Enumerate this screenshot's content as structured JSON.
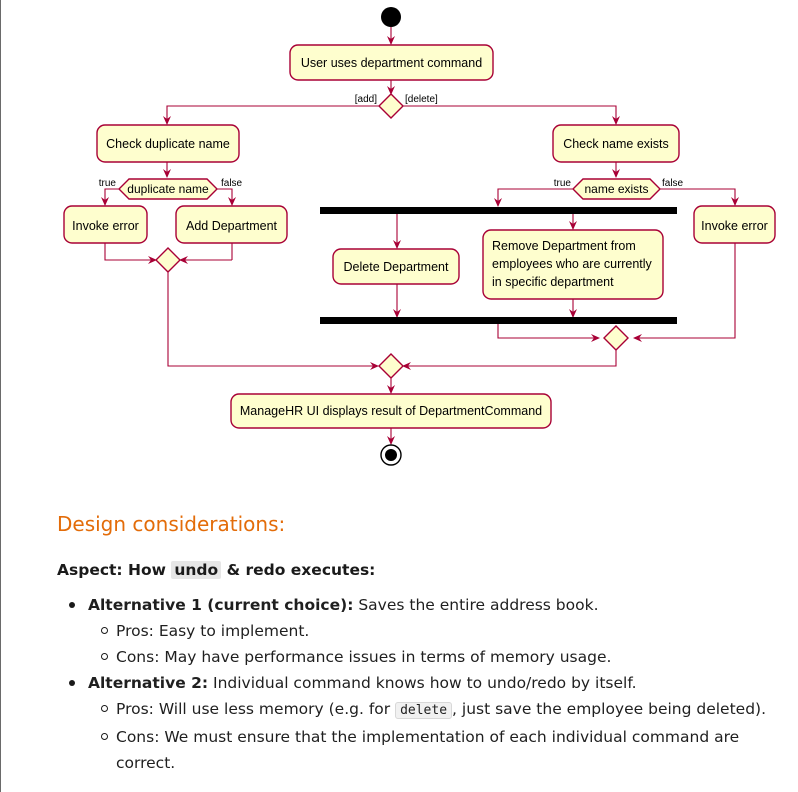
{
  "diagram": {
    "start_node": "start",
    "actions": {
      "user_uses": "User uses department command",
      "check_duplicate": "Check duplicate name",
      "check_exists": "Check name exists",
      "invoke_error_left": "Invoke error",
      "add_department": "Add Department",
      "delete_department": "Delete Department",
      "remove_dept_line1": "Remove Department from",
      "remove_dept_line2": "employees who are currently",
      "remove_dept_line3": "in specific department",
      "invoke_error_right": "Invoke error",
      "display_result": "ManageHR UI displays result of DepartmentCommand"
    },
    "decisions": {
      "main_add": "[add]",
      "main_delete": "[delete]",
      "duplicate_name": "duplicate name",
      "dup_true": "true",
      "dup_false": "false",
      "name_exists": "name exists",
      "exists_true": "true",
      "exists_false": "false"
    },
    "colors": {
      "fill": "#fefece",
      "border": "#a80036",
      "bar": "#000000"
    }
  },
  "doc": {
    "heading": "Design considerations:",
    "aspect_prefix": "Aspect: How ",
    "aspect_kw": "undo",
    "aspect_suffix": " & redo executes:",
    "alt1_title": "Alternative 1 (current choice):",
    "alt1_text": " Saves the entire address book.",
    "alt1_pros": "Pros: Easy to implement.",
    "alt1_cons": "Cons: May have performance issues in terms of memory usage.",
    "alt2_title": "Alternative 2:",
    "alt2_text": " Individual command knows how to undo/redo by itself.",
    "alt2_pros_a": "Pros: Will use less memory (e.g. for ",
    "alt2_pros_code": "delete",
    "alt2_pros_b": ", just save the employee being deleted).",
    "alt2_cons": "Cons: We must ensure that the implementation of each individual command are correct."
  }
}
